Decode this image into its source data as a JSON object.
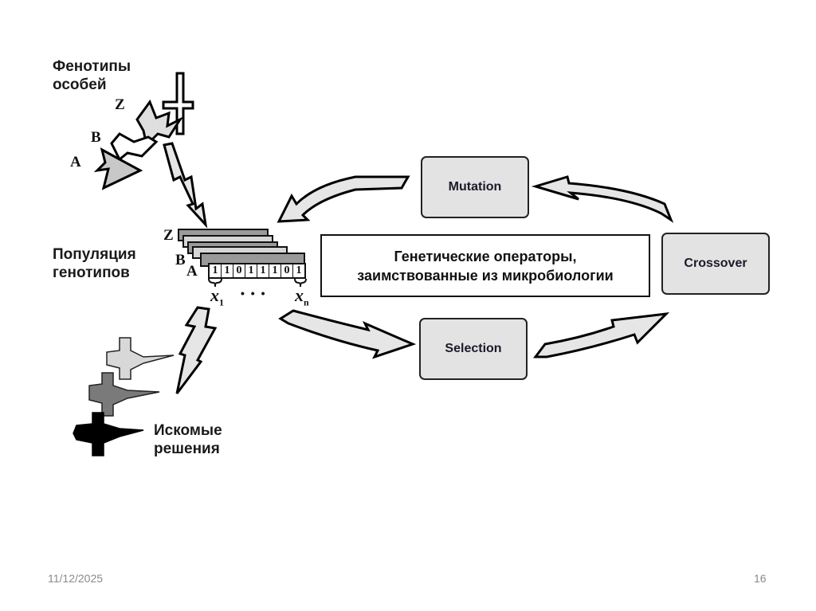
{
  "slide": {
    "phenotypes_label": [
      "Фенотипы",
      "особей"
    ],
    "population_label": [
      "Популяция",
      "генотипов"
    ],
    "solutions_label": [
      "Искомые",
      "решения"
    ],
    "individual_letters": {
      "top": "Z",
      "middle": "B",
      "bottom": "A"
    },
    "genotype_letters": {
      "top": "Z",
      "middle": "B",
      "bottom": "A"
    },
    "chromosome_bits": [
      "1",
      "1",
      "0",
      "1",
      "1",
      "1",
      "0",
      "1"
    ],
    "first_gene_var": "x",
    "first_gene_sub": "1",
    "last_gene_var": "x",
    "last_gene_sub": "n",
    "ellipsis": "• • •",
    "center_box": [
      "Генетические операторы,",
      "заимствованные из микробиологии"
    ],
    "operators": {
      "mutation": "Mutation",
      "crossover": "Crossover",
      "selection": "Selection"
    },
    "colors": {
      "operator_fill": "#e3e3e3",
      "arrow_fill": "#e6e6e6",
      "plane_light": "#d8d8d8",
      "plane_mid": "#7a7a7a",
      "plane_dark": "#000000"
    }
  },
  "footer": {
    "date": "11/12/2025",
    "page_number": "16"
  }
}
